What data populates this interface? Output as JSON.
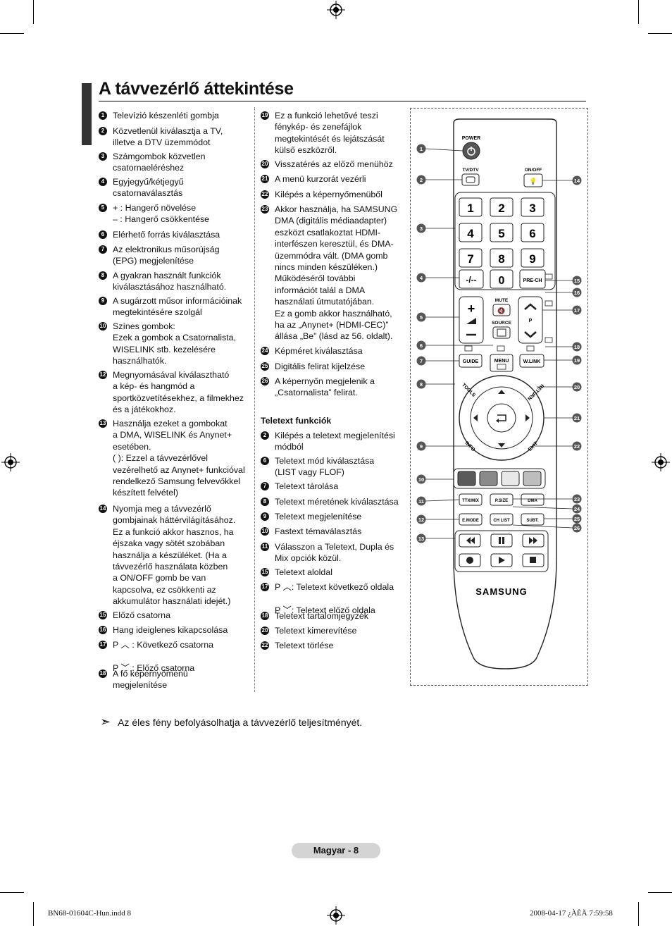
{
  "title": "A távvezérlő áttekintése",
  "left_items": [
    {
      "n": "1",
      "t": "Televízió készenléti gombja"
    },
    {
      "n": "2",
      "t": "Közvetlenül kiválasztja a TV,\nilletve a DTV üzemmódot"
    },
    {
      "n": "3",
      "t": "Számgombok közvetlen\ncsatornaeléréshez"
    },
    {
      "n": "4",
      "t": "Egyjegyű/kétjegyű\ncsatornaválasztás"
    },
    {
      "n": "5",
      "t": "+ : Hangerő növelése\n– : Hangerő csökkentése"
    },
    {
      "n": "6",
      "t": "Elérhető forrás kiválasztása"
    },
    {
      "n": "7",
      "t": "Az elektronikus műsorújság\n(EPG) megjelenítése"
    },
    {
      "n": "8",
      "t": "A gyakran használt funkciók\nkiválasztásához használható."
    },
    {
      "n": "9",
      "t": "A sugárzott műsor információinak\nmegtekintésére szolgál"
    },
    {
      "n": "10",
      "t": "Színes gombok:\nEzek a gombok a Csatornalista,\nWISELINK stb. kezelésére\nhasználhatók."
    },
    {
      "n": "12",
      "t": "Megnyomásával kiválasztható\na kép- és hangmód a\nsportközvetítésekhez, a filmekhez\nés a játékokhoz."
    },
    {
      "n": "13",
      "t": "Használja ezeket a gombokat\na DMA, WISELINK és Anynet+\nesetében.\n(   ): Ezzel a távvezérlővel\nvezérelhető az Anynet+ funkcióval\nrendelkező Samsung felvevőkkel\nkészített felvétel)"
    },
    {
      "n": "14",
      "t": "Nyomja meg a távvezérlő\ngombjainak háttérvilágításához.\nEz a funkció akkor hasznos, ha\néjszaka vagy sötét szobában\nhasználja a készüléket. (Ha a\ntávvezérlő használata közben\na ON/OFF       gomb be van\nkapcsolva, ez csökkenti az\nakkumulátor használati idejét.)"
    },
    {
      "n": "15",
      "t": "Előző csatorna"
    },
    {
      "n": "16",
      "t": "Hang ideiglenes kikapcsolása"
    },
    {
      "n": "17",
      "t": "P ︿ : Következő csatorna\n\nP ﹀ : Előző csatorna"
    },
    {
      "n": "18",
      "t": "A fő képernyőmenü\nmegjelenítése"
    }
  ],
  "right_items": [
    {
      "n": "19",
      "t": "Ez a funkció lehetővé teszi\nfénykép- és zenefájlok\nmegtekintését és lejátszását\nkülső eszközről."
    },
    {
      "n": "20",
      "t": "Visszatérés az előző menühöz"
    },
    {
      "n": "21",
      "t": "A menü kurzorát vezérli"
    },
    {
      "n": "22",
      "t": "Kilépés a képernyőmenüből"
    },
    {
      "n": "23",
      "t": "Akkor használja, ha SAMSUNG\nDMA (digitális médiaadapter)\neszközt csatlakoztat HDMI-\ninterfészen keresztül, és DMA-\nüzemmódra vált. (DMA gomb\nnincs minden készüléken.)\nMűködéséről további\ninformációt talál a DMA\nhasználati útmutatójában.\nEz a gomb akkor használható,\nha az „Anynet+ (HDMI-CEC)”\nállása „Be” (lásd az 56. oldalt)."
    },
    {
      "n": "24",
      "t": "Képméret kiválasztása"
    },
    {
      "n": "25",
      "t": "Digitális felirat kijelzése"
    },
    {
      "n": "26",
      "t": "A képernyőn megjelenik a\n„Csatornalista” felirat."
    }
  ],
  "teletext_title": "Teletext funkciók",
  "teletext_items": [
    {
      "n": "2",
      "t": "Kilépés a teletext megjelenítési\nmódból"
    },
    {
      "n": "6",
      "t": "Teletext mód kiválasztása\n(LIST vagy FLOF)"
    },
    {
      "n": "7",
      "t": "Teletext tárolása"
    },
    {
      "n": "8",
      "t": "Teletext méretének kiválasztása"
    },
    {
      "n": "9",
      "t": "Teletext megjelenítése"
    },
    {
      "n": "10",
      "t": "Fastext témaválasztás"
    },
    {
      "n": "11",
      "t": "Válasszon a Teletext, Dupla és\nMix opciók közül."
    },
    {
      "n": "15",
      "t": "Teletext aloldal"
    },
    {
      "n": "17",
      "t": "P ︿: Teletext következő oldala\n\nP ﹀: Teletext előző oldala"
    },
    {
      "n": "18",
      "t": "Teletext tartalomjegyzék"
    },
    {
      "n": "20",
      "t": "Teletext kimerevítése"
    },
    {
      "n": "22",
      "t": "Teletext törlése"
    }
  ],
  "remote": {
    "power": "POWER",
    "tvdtv": "TV/DTV",
    "onoff": "ON/OFF",
    "digits": [
      "1",
      "2",
      "3",
      "4",
      "5",
      "6",
      "7",
      "8",
      "9"
    ],
    "dash": "-/--",
    "zero": "0",
    "prech": "PRE-CH",
    "mute": "MUTE",
    "source": "SOURCE",
    "p": "P",
    "guide": "GUIDE",
    "menu": "MENU",
    "wlink": "W.LINK",
    "tools": "TOOLS",
    "return": "RETURN",
    "info": "INFO",
    "exit": "EXIT",
    "ttxmix": "TTX/MIX",
    "psize": "P.SIZE",
    "dma": "DMA",
    "emode": "E.MODE",
    "chlist": "CH LIST",
    "subt": "SUBT.",
    "brand": "SAMSUNG",
    "callouts_left": [
      "1",
      "2",
      "3",
      "4",
      "5",
      "6",
      "7",
      "8",
      "9",
      "10",
      "11",
      "12",
      "13"
    ],
    "callouts_right": [
      "14",
      "15",
      "16",
      "17",
      "18",
      "19",
      "20",
      "21",
      "22",
      "23",
      "24",
      "25",
      "26"
    ],
    "color_keys": [
      "#5a5a5a",
      "#8a8a8a",
      "#e8e8e8",
      "#bdbdbd"
    ]
  },
  "note": "Az éles fény befolyásolhatja a távvezérlő teljesítményét.",
  "page_label": "Magyar -  8",
  "footer_left": "BN68-01604C-Hun.indd   8",
  "footer_right": "2008-04-17   ¿ÀÈÄ 7:59:58"
}
